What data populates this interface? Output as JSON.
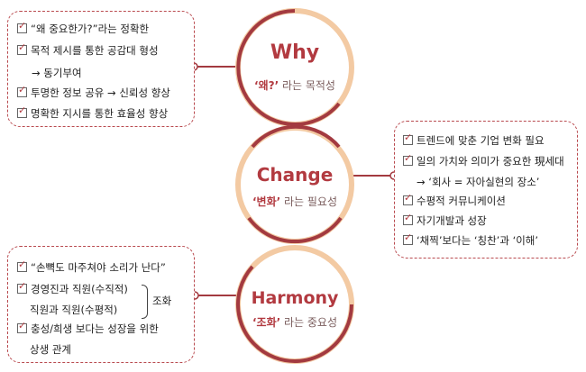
{
  "circles": [
    {
      "title": "Why",
      "subtitle_em": "‘왜?’",
      "subtitle_rest": " 라는 목적성"
    },
    {
      "title": "Change",
      "subtitle_em": "‘변화’",
      "subtitle_rest": " 라는 필요성"
    },
    {
      "title": "Harmony",
      "subtitle_em": "‘조화’",
      "subtitle_rest": " 라는 중요성"
    }
  ],
  "why_box": {
    "items": [
      "“왜 중요한가?”라는 정확한",
      "목적 제시를 통한 공감대 형성",
      "투명한 정보 공유 → 신뢰성 향상",
      "명확한 지시를 통한 효율성 향상"
    ],
    "continuation": "→ 동기부여"
  },
  "change_box": {
    "items": [
      "트렌드에 맞춘 기업 변화 필요",
      "일의 가치와 의미가 중요한 現세대",
      "수평적 커뮤니케이션",
      "자기개발과 성장",
      "‘채찍’보다는 ‘칭찬’과 ‘이해’"
    ],
    "continuation": "→ ‘회사 = 자아실현의 장소’"
  },
  "harmony_box": {
    "items": [
      "“손뼉도 마주쳐야 소리가 난다”",
      "경영진과 직원(수직적)",
      "충성/희생 보다는 성장을 위한"
    ],
    "line_b": "직원과 직원(수평적)",
    "line_c": "상생 관계",
    "brace_label": "조화"
  },
  "colors": {
    "accent": "#b23a40",
    "ring": "#f3caa3",
    "dashed": "#b94a4f"
  }
}
